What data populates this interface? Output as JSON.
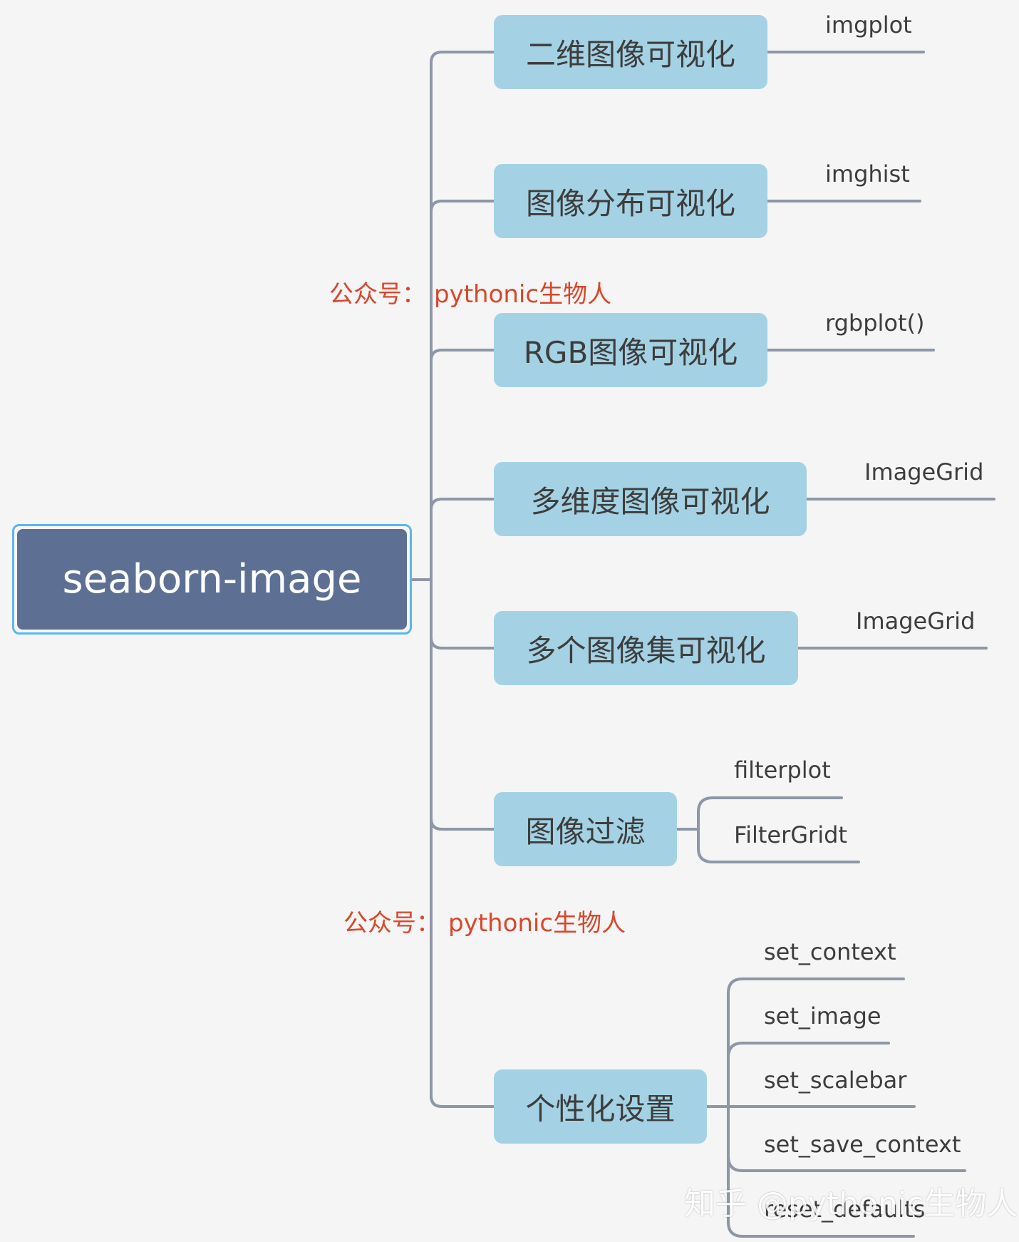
{
  "root": {
    "label": "seaborn-image"
  },
  "branches": [
    {
      "label": "二维图像可视化",
      "leaves": [
        "imgplot"
      ]
    },
    {
      "label": "图像分布可视化",
      "leaves": [
        "imghist"
      ]
    },
    {
      "label": "RGB图像可视化",
      "leaves": [
        "rgbplot()"
      ]
    },
    {
      "label": "多维度图像可视化",
      "leaves": [
        "ImageGrid"
      ]
    },
    {
      "label": "多个图像集可视化",
      "leaves": [
        "ImageGrid"
      ]
    },
    {
      "label": "图像过滤",
      "leaves": [
        "filterplot",
        "FilterGridt"
      ]
    },
    {
      "label": "个性化设置",
      "leaves": [
        "set_context",
        "set_image",
        "set_scalebar",
        "set_save_context",
        "reset_defaults"
      ]
    }
  ],
  "watermarks": {
    "upper_prefix": "公众号：",
    "upper_name": "pythonic生物人",
    "lower_prefix": "公众号：",
    "lower_name": "pythonic生物人",
    "site": "知乎 @pythonic生物人"
  },
  "colors": {
    "root_fill": "#5d7094",
    "root_border": "#5bb8e8",
    "node_fill": "#a4d2e4",
    "connector": "#8e97a6",
    "watermark_red": "#d9472b"
  }
}
